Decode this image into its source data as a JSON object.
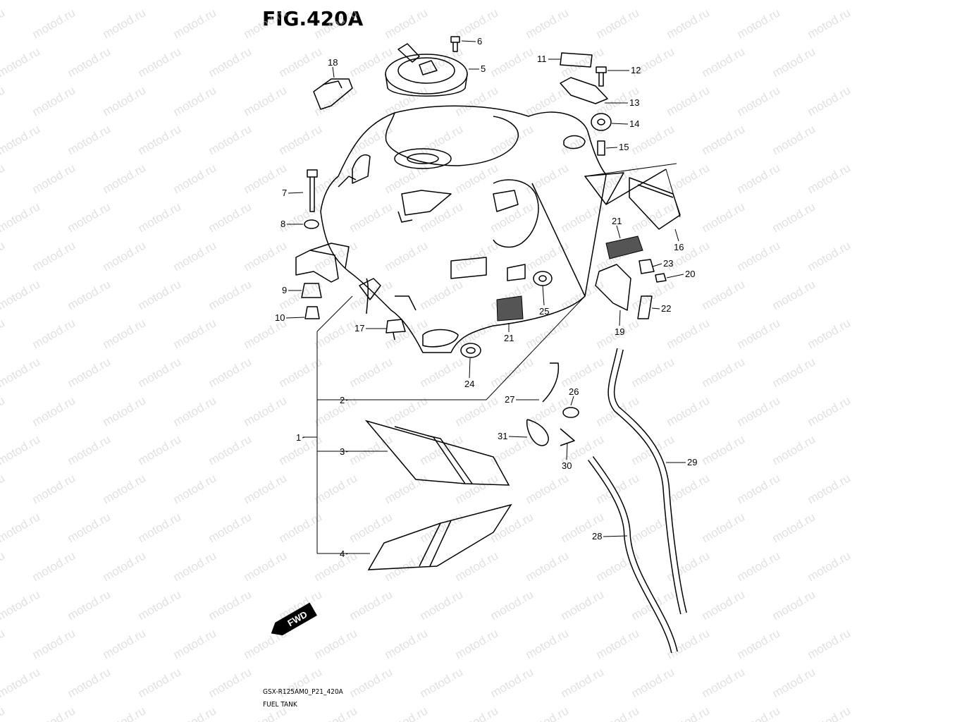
{
  "title": "FIG.420A",
  "footer": {
    "code": "GSX-R125AM0_P21_420A",
    "name": "FUEL TANK"
  },
  "watermark": "motod.ru",
  "fwd_label": "FWD",
  "callouts": [
    "1",
    "2",
    "3",
    "4",
    "5",
    "6",
    "7",
    "8",
    "9",
    "10",
    "11",
    "12",
    "13",
    "14",
    "15",
    "16",
    "17",
    "18",
    "19",
    "20",
    "21",
    "21",
    "22",
    "23",
    "24",
    "25",
    "26",
    "27",
    "28",
    "29",
    "30",
    "31"
  ]
}
